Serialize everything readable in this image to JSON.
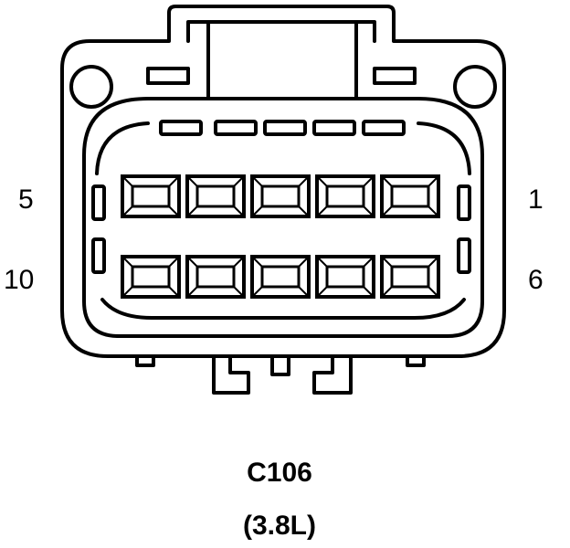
{
  "diagram": {
    "connector_id": "C106",
    "engine_note": "(3.8L)",
    "pin_labels": {
      "top_left": "5",
      "top_right": "1",
      "bottom_left": "10",
      "bottom_right": "6"
    },
    "pin_rows": [
      {
        "row": "top",
        "pins": 5
      },
      {
        "row": "bottom",
        "pins": 5
      }
    ]
  }
}
